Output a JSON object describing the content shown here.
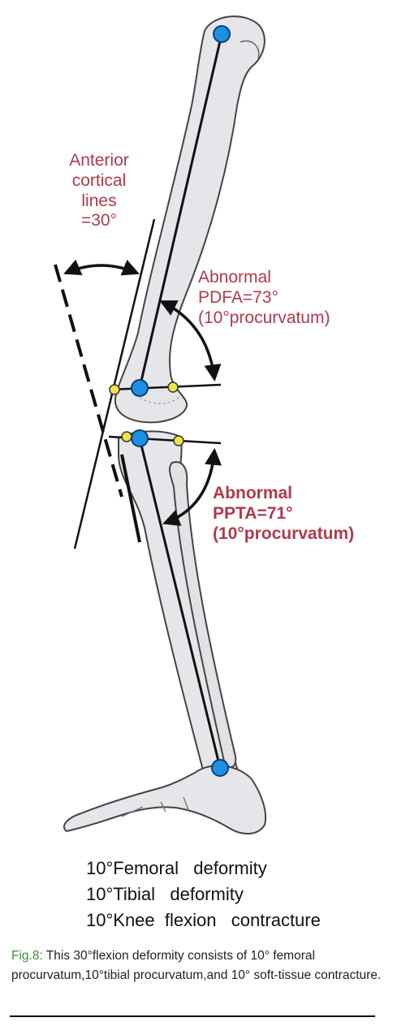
{
  "labels": {
    "anterior": [
      "Anterior",
      "cortical",
      "lines",
      "=30°"
    ],
    "pdfa": [
      "Abnormal",
      "PDFA=73°",
      " (10°procurvatum)"
    ],
    "ppta": [
      "Abnormal",
      "PPTA=71°",
      " (10°procurvatum)"
    ]
  },
  "summary": [
    "10°Femoral   deformity",
    "10°Tibial   deformity",
    "10°Knee  flexion   contracture"
  ],
  "caption": {
    "figure_number": "Fig.8:",
    "text": "  This 30°flexion deformity consists of 10° femoral procurvatum,10°tibial procurvatum,and  10° soft-tissue contracture."
  },
  "colors": {
    "label_red": "#b03a4a",
    "joint_blue": "#1e90e0",
    "marker_yellow": "#f2e24a",
    "bone_fill": "#e6e6ea",
    "caption_green": "#3f8f3f"
  }
}
